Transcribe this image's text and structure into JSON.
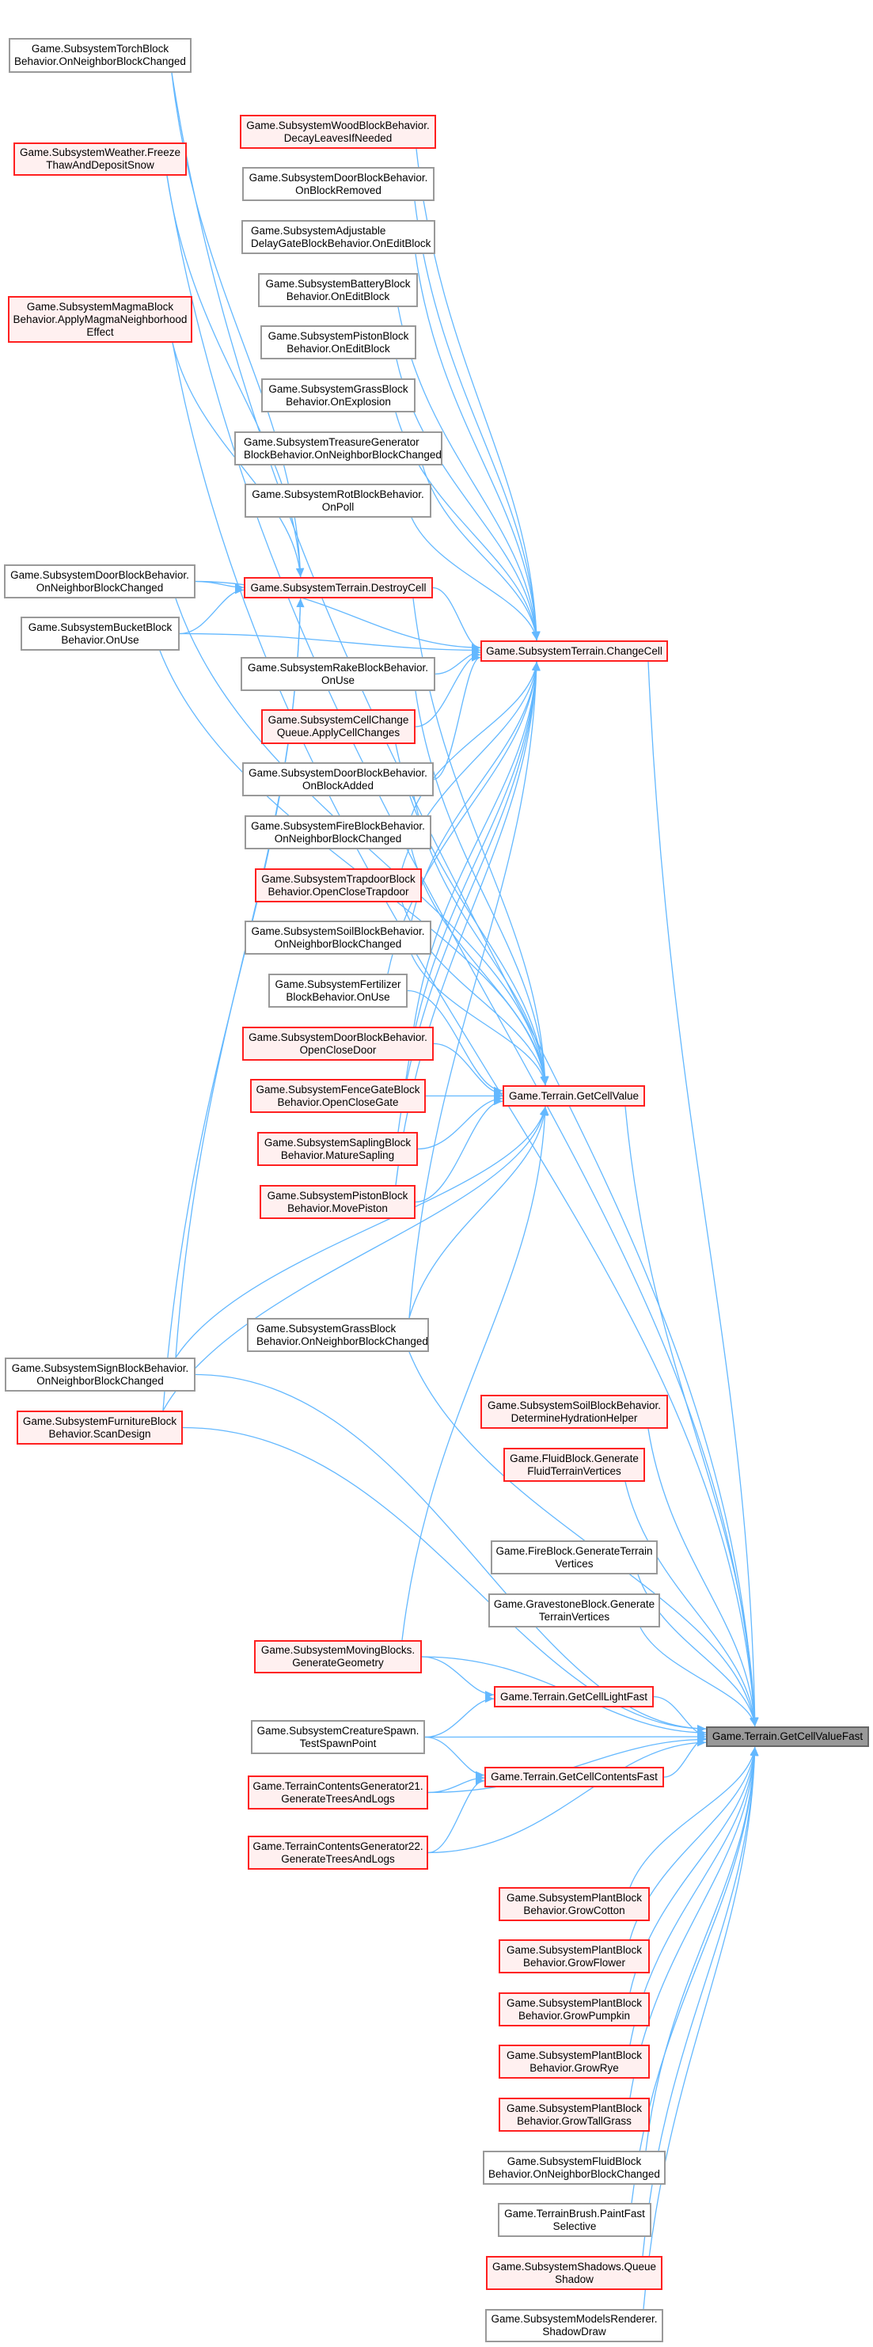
{
  "graph_title": "Game.Terrain.GetCellValueFast",
  "colors": {
    "edge": "#63b8ff",
    "truncated_border": "#ff2020",
    "truncated_fill": "#fff0f0",
    "focus_fill": "#999999",
    "node_border": "#999999"
  },
  "nodes": [
    {
      "label": "Game.SubsystemTorchBlock\nBehavior.OnNeighborBlockChanged",
      "truncated": false
    },
    {
      "label": "Game.SubsystemWeather.Freeze\nThawAndDepositSnow",
      "truncated": true
    },
    {
      "label": "Game.SubsystemMagmaBlock\nBehavior.ApplyMagmaNeighborhood\nEffect",
      "truncated": true
    },
    {
      "label": "Game.SubsystemWoodBlockBehavior.\nDecayLeavesIfNeeded",
      "truncated": true
    },
    {
      "label": "Game.SubsystemDoorBlockBehavior.\nOnBlockRemoved",
      "truncated": false
    },
    {
      "label": "Game.SubsystemAdjustable\nDelayGateBlockBehavior.OnEditBlock",
      "truncated": false
    },
    {
      "label": "Game.SubsystemBatteryBlock\nBehavior.OnEditBlock",
      "truncated": false
    },
    {
      "label": "Game.SubsystemPistonBlock\nBehavior.OnEditBlock",
      "truncated": false
    },
    {
      "label": "Game.SubsystemGrassBlock\nBehavior.OnExplosion",
      "truncated": false
    },
    {
      "label": "Game.SubsystemTreasureGenerator\nBlockBehavior.OnNeighborBlockChanged",
      "truncated": false
    },
    {
      "label": "Game.SubsystemRotBlockBehavior.\nOnPoll",
      "truncated": false
    },
    {
      "label": "Game.SubsystemDoorBlockBehavior.\nOnNeighborBlockChanged",
      "truncated": false
    },
    {
      "label": "Game.SubsystemTerrain.DestroyCell",
      "truncated": true
    },
    {
      "label": "Game.SubsystemBucketBlock\nBehavior.OnUse",
      "truncated": false
    },
    {
      "label": "Game.SubsystemTerrain.ChangeCell",
      "truncated": true
    },
    {
      "label": "Game.SubsystemRakeBlockBehavior.\nOnUse",
      "truncated": false
    },
    {
      "label": "Game.SubsystemCellChange\nQueue.ApplyCellChanges",
      "truncated": true
    },
    {
      "label": "Game.SubsystemDoorBlockBehavior.\nOnBlockAdded",
      "truncated": false
    },
    {
      "label": "Game.SubsystemFireBlockBehavior.\nOnNeighborBlockChanged",
      "truncated": false
    },
    {
      "label": "Game.SubsystemTrapdoorBlock\nBehavior.OpenCloseTrapdoor",
      "truncated": true
    },
    {
      "label": "Game.SubsystemSoilBlockBehavior.\nOnNeighborBlockChanged",
      "truncated": false
    },
    {
      "label": "Game.SubsystemFertilizer\nBlockBehavior.OnUse",
      "truncated": false
    },
    {
      "label": "Game.SubsystemDoorBlockBehavior.\nOpenCloseDoor",
      "truncated": true
    },
    {
      "label": "Game.SubsystemFenceGateBlock\nBehavior.OpenCloseGate",
      "truncated": true
    },
    {
      "label": "Game.Terrain.GetCellValue",
      "truncated": true
    },
    {
      "label": "Game.SubsystemSaplingBlock\nBehavior.MatureSapling",
      "truncated": true
    },
    {
      "label": "Game.SubsystemPistonBlock\nBehavior.MovePiston",
      "truncated": true
    },
    {
      "label": "Game.SubsystemGrassBlock\nBehavior.OnNeighborBlockChanged",
      "truncated": false
    },
    {
      "label": "Game.SubsystemSignBlockBehavior.\nOnNeighborBlockChanged",
      "truncated": false
    },
    {
      "label": "Game.SubsystemFurnitureBlock\nBehavior.ScanDesign",
      "truncated": true
    },
    {
      "label": "Game.SubsystemSoilBlockBehavior.\nDetermineHydrationHelper",
      "truncated": true
    },
    {
      "label": "Game.FluidBlock.Generate\nFluidTerrainVertices",
      "truncated": true
    },
    {
      "label": "Game.FireBlock.GenerateTerrain\nVertices",
      "truncated": false
    },
    {
      "label": "Game.GravestoneBlock.Generate\nTerrainVertices",
      "truncated": false
    },
    {
      "label": "Game.SubsystemMovingBlocks.\nGenerateGeometry",
      "truncated": true
    },
    {
      "label": "Game.Terrain.GetCellLightFast",
      "truncated": true
    },
    {
      "label": "Game.SubsystemCreatureSpawn.\nTestSpawnPoint",
      "truncated": false
    },
    {
      "label": "Game.Terrain.GetCellValueFast",
      "truncated": false,
      "focus": true
    },
    {
      "label": "Game.Terrain.GetCellContentsFast",
      "truncated": true
    },
    {
      "label": "Game.TerrainContentsGenerator21.\nGenerateTreesAndLogs",
      "truncated": true
    },
    {
      "label": "Game.TerrainContentsGenerator22.\nGenerateTreesAndLogs",
      "truncated": true
    },
    {
      "label": "Game.SubsystemPlantBlock\nBehavior.GrowCotton",
      "truncated": true
    },
    {
      "label": "Game.SubsystemPlantBlock\nBehavior.GrowFlower",
      "truncated": true
    },
    {
      "label": "Game.SubsystemPlantBlock\nBehavior.GrowPumpkin",
      "truncated": true
    },
    {
      "label": "Game.SubsystemPlantBlock\nBehavior.GrowRye",
      "truncated": true
    },
    {
      "label": "Game.SubsystemPlantBlock\nBehavior.GrowTallGrass",
      "truncated": true
    },
    {
      "label": "Game.SubsystemFluidBlock\nBehavior.OnNeighborBlockChanged",
      "truncated": false
    },
    {
      "label": "Game.TerrainBrush.PaintFast\nSelective",
      "truncated": false
    },
    {
      "label": "Game.SubsystemShadows.Queue\nShadow",
      "truncated": true
    },
    {
      "label": "Game.SubsystemModelsRenderer.\nShadowDraw",
      "truncated": false
    }
  ]
}
